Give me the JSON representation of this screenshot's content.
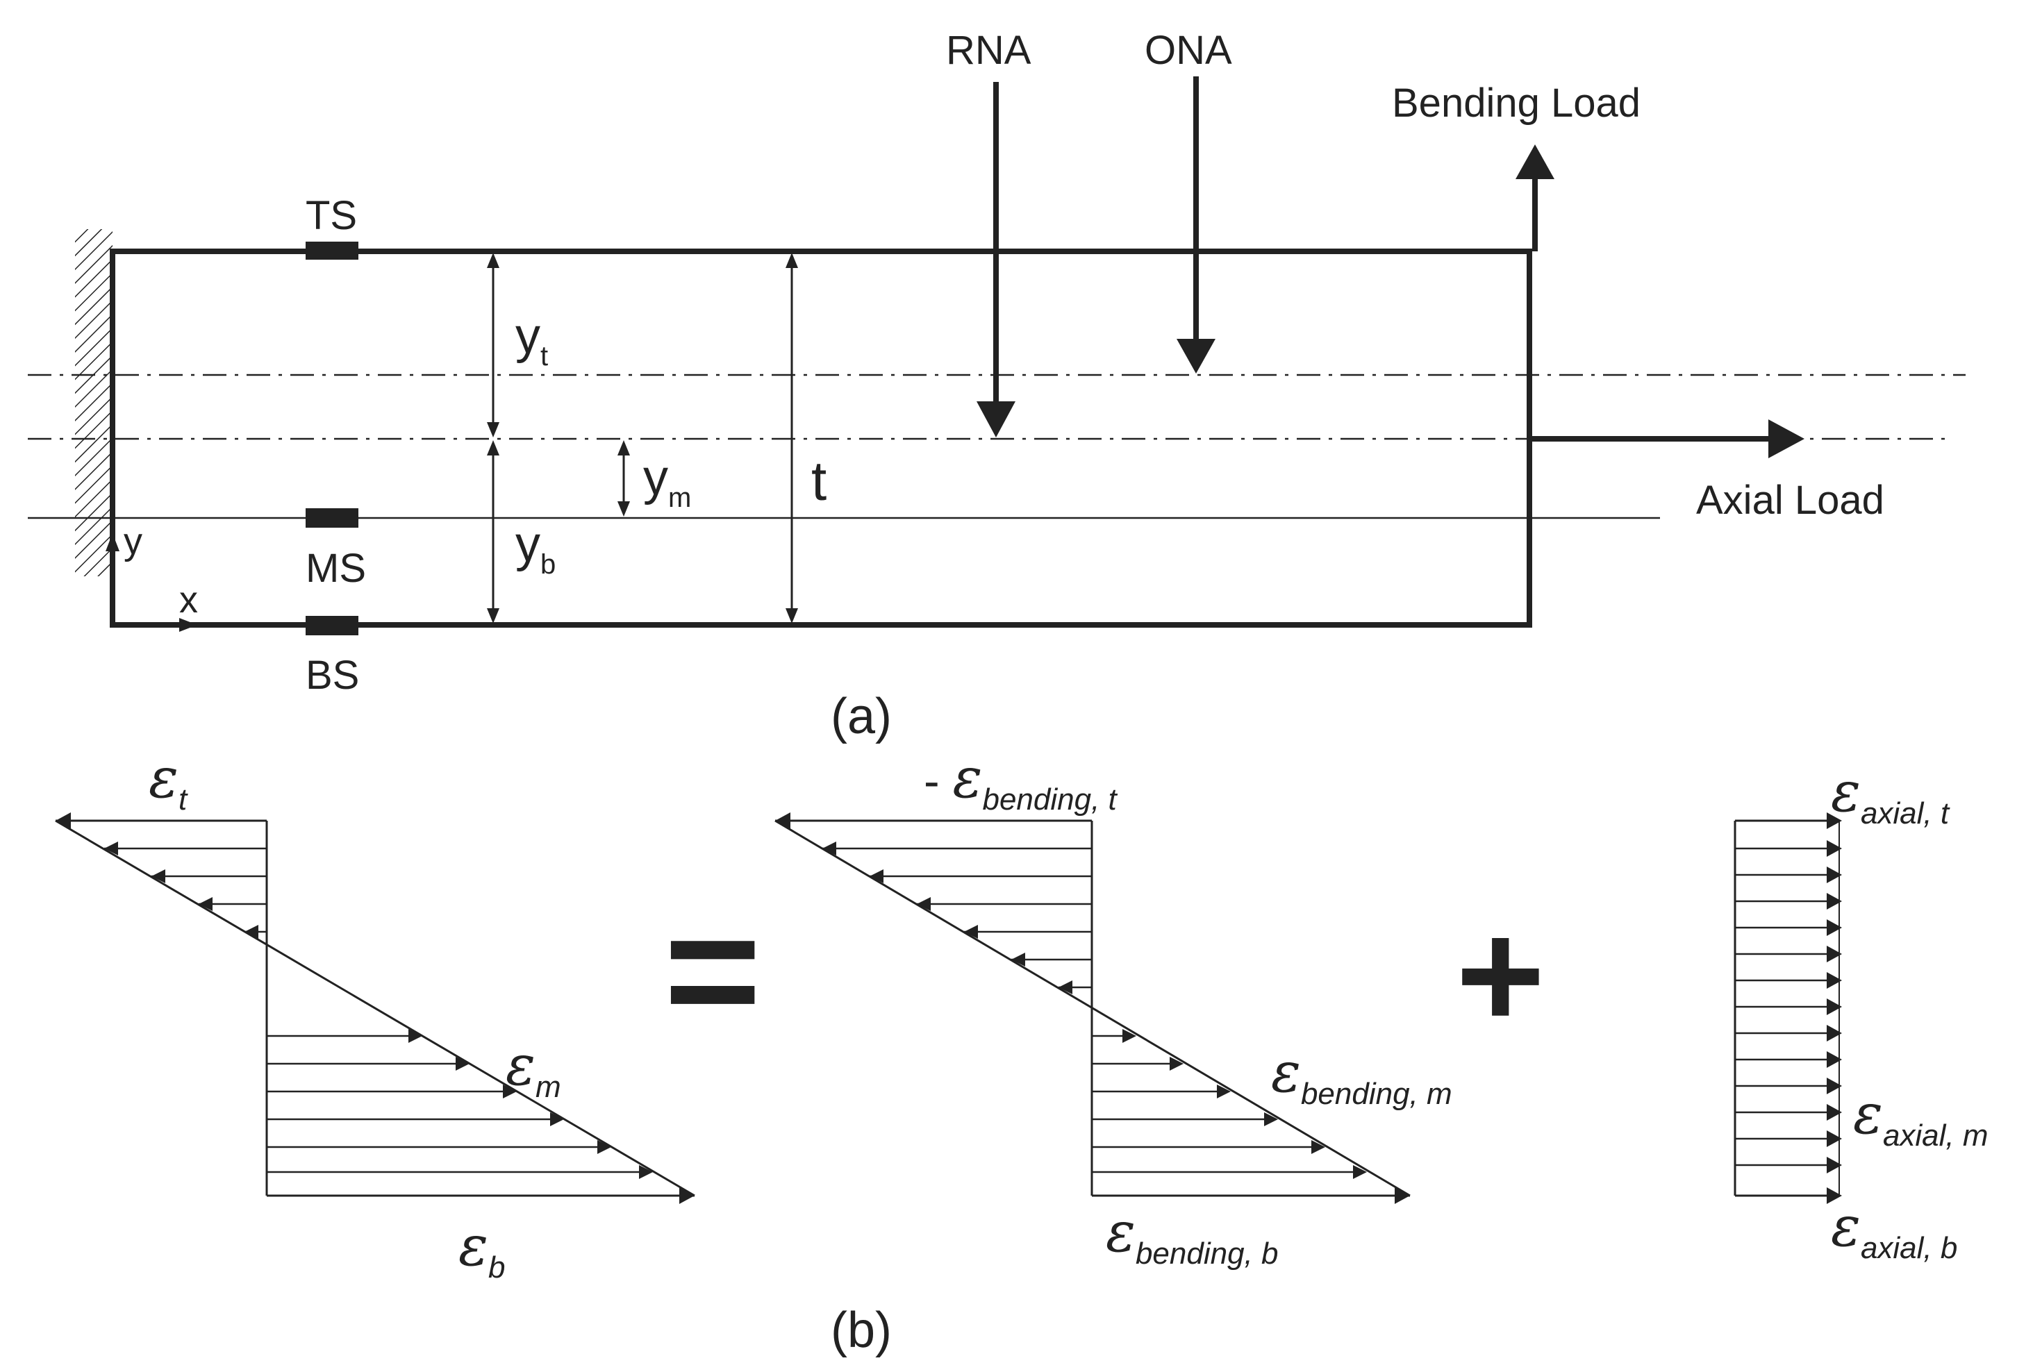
{
  "colors": {
    "ink": "#222222",
    "background": "#ffffff"
  },
  "part_a": {
    "caption": "(a)",
    "labels": {
      "rna": "RNA",
      "ona": "ONA",
      "bending_load": "Bending Load",
      "axial_load": "Axial Load",
      "ts": "TS",
      "ms": "MS",
      "bs": "BS",
      "y_axis": "y",
      "x_axis": "x",
      "thickness": "t",
      "yt_base": "y",
      "yt_sub": "t",
      "ym_base": "y",
      "ym_sub": "m",
      "yb_base": "y",
      "yb_sub": "b"
    }
  },
  "part_b": {
    "caption": "(b)",
    "equals": "=",
    "plus": "+",
    "total": {
      "symbol": "ε",
      "t": "t",
      "m": "m",
      "b": "b"
    },
    "bending": {
      "prefix": "- ",
      "symbol": "ε",
      "t": "bending, t",
      "m": "bending, m",
      "b": "bending, b"
    },
    "axial": {
      "symbol": "ε",
      "t": "axial, t",
      "m": "axial, m",
      "b": "axial, b"
    }
  }
}
